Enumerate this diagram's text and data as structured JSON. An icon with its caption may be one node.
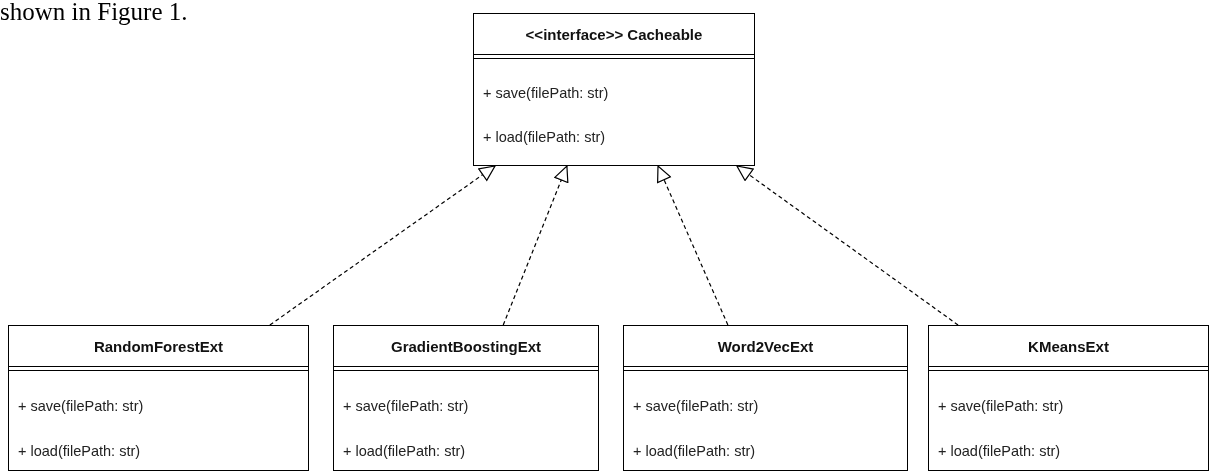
{
  "diagram": {
    "nodes": [
      {
        "text": [
          "<<interface>> Cacheable",
          "+ save(filePath: str)",
          "+ load(filePath: str)"
        ]
      },
      {
        "text": [
          "RandomForestExt",
          "+ save(filePath: str)",
          "+ load(filePath: str)"
        ]
      },
      {
        "text": [
          "GradientBoostingExt",
          "+ save(filePath: str)",
          "+ load(filePath: str)"
        ]
      },
      {
        "text": [
          "Word2VecExt",
          "+ save(filePath: str)",
          "+ load(filePath: str)"
        ]
      },
      {
        "text": [
          "KMeansExt",
          "+ save(filePath: str)",
          "+ load(filePath: str)"
        ]
      }
    ],
    "edges": [
      {
        "from": 1,
        "to": 0,
        "arrow": "to",
        "style": "dashed"
      },
      {
        "from": 2,
        "to": 0,
        "arrow": "to",
        "style": "dashed"
      },
      {
        "from": 3,
        "to": 0,
        "arrow": "to",
        "style": "dashed"
      },
      {
        "from": 4,
        "to": 0,
        "arrow": "to",
        "style": "dashed"
      }
    ],
    "labels": [
      "shown in Figure 1."
    ]
  }
}
